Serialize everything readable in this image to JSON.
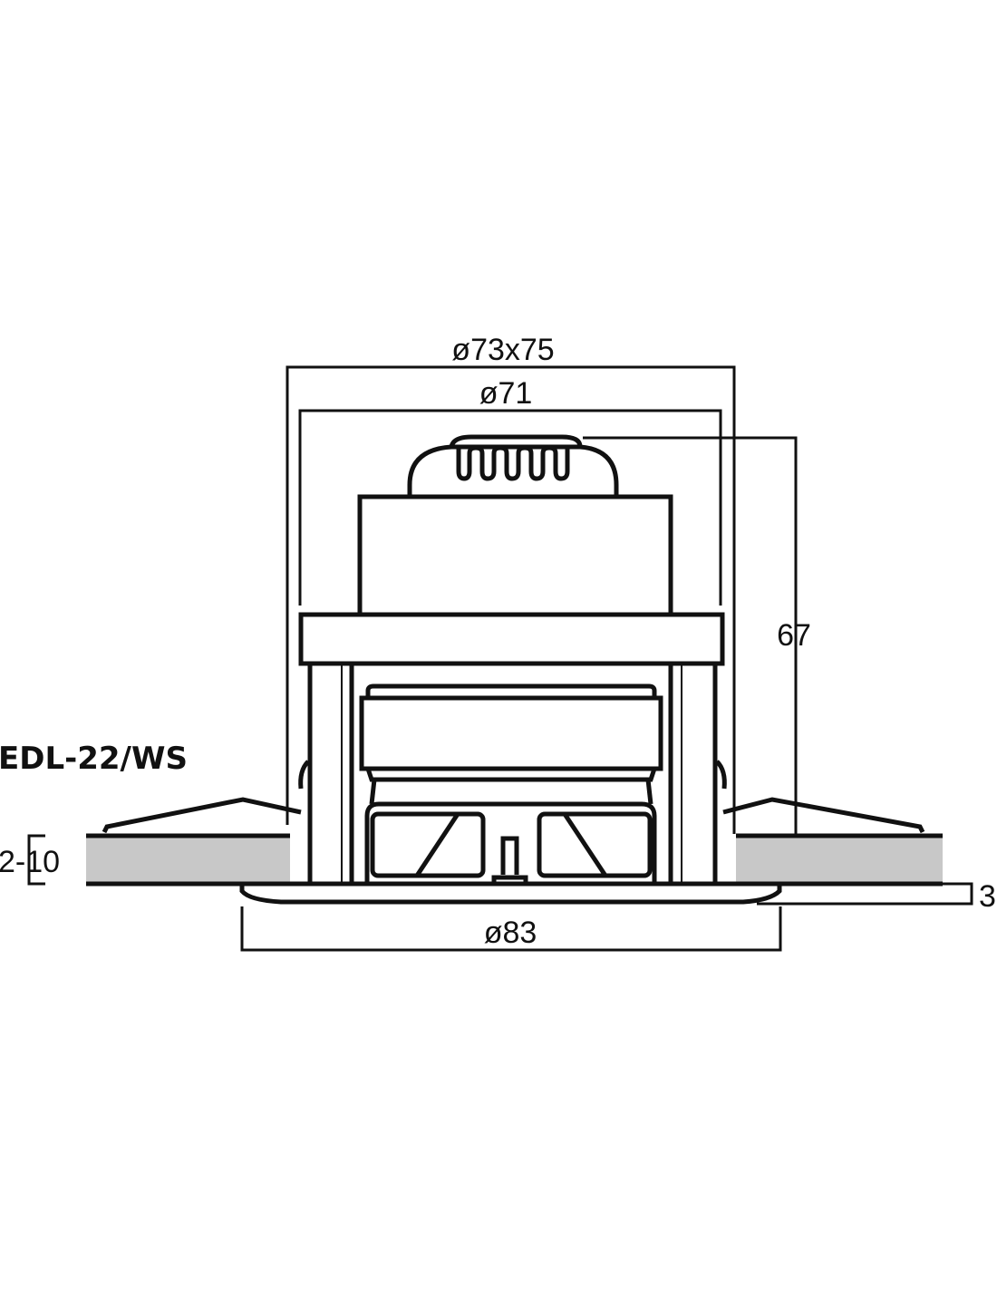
{
  "model_label": "EDL-22/WS",
  "dimensions": {
    "outer_diameter": "ø73x75",
    "inner_diameter": "ø71",
    "height": "67",
    "bezel_diameter": "ø83",
    "bezel_thickness": "3",
    "ceiling_thickness": "2-10"
  },
  "colors": {
    "line": "#111111",
    "ceiling_fill": "#c8c8c8"
  }
}
